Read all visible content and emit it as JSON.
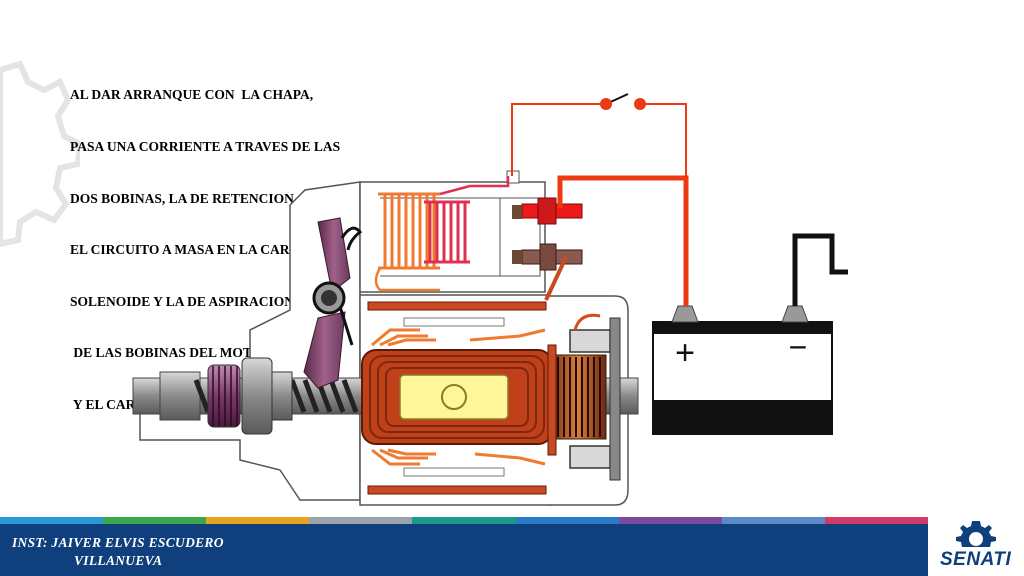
{
  "caption": {
    "lines": [
      "AL DAR ARRANQUE CON  LA CHAPA,",
      "PASA UNA CORRIENTE A TRAVES DE LAS",
      "DOS BOBINAS, LA DE RETENCION CIERRA",
      "EL CIRCUITO A MASA EN LA CARASA DEL",
      "SOLENOIDE Y LA DE ASPIRACION A TRAVES",
      " DE LAS BOBINAS DEL MOTOR DE ARRANQUE",
      " Y EL CARBON NEGATIVO"
    ]
  },
  "battery": {
    "positive_label": "+",
    "negative_label": "−"
  },
  "footer": {
    "instructor_line1": "INST: JAIVER ELVIS ESCUDERO",
    "instructor_line2": "VILLANUEVA",
    "logo_text": "SENATI",
    "strip_colors": [
      "#2a9ad6",
      "#3aa848",
      "#e8a31e",
      "#9aa3ab",
      "#1a9a8a",
      "#2a7ac8",
      "#7a4a9e",
      "#5a8ac8",
      "#d23a6a"
    ]
  },
  "colors": {
    "wire_red": "#ee3a12",
    "wire_dark_red": "#d9401c",
    "coil_brown": "#b8431a",
    "footer_blue": "#0f3f7c"
  }
}
